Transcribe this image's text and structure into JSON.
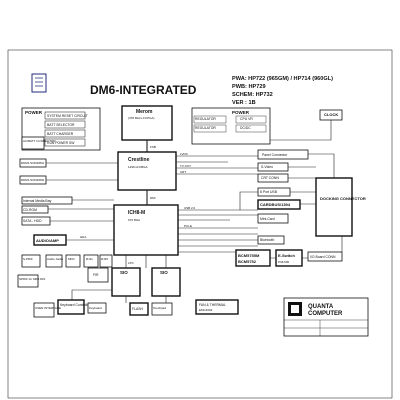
{
  "title": "DM6-INTEGRATED",
  "header": {
    "pwa": "PWA: HP722 (965GM) / HP714 (960GL)",
    "pwb": "PWB: HP729",
    "schem": "SCHEM: HP732",
    "ver": "VER : 1B"
  },
  "blocks": {
    "power_left": {
      "title": "POWER",
      "items": [
        "SYSTEM RESET CIRCUIT",
        "BATT SELECTOR",
        "BATT CHARGER",
        "RUN POWER SW"
      ]
    },
    "power_right": {
      "title": "POWER",
      "items": [
        "REGULATOR",
        "REGULATOR",
        "CPU VR",
        "DC/DC"
      ]
    },
    "merom": {
      "title": "Merom",
      "sub": "(478 Micro-FCPGA)"
    },
    "crestline": {
      "title": "Crestline",
      "sub": "1299 uFCBGA"
    },
    "ich8m": {
      "title": "ICH8-M",
      "sub": "676 BGA"
    },
    "clock": {
      "title": "CLOCK"
    },
    "docking": {
      "title": "DOCKING CONNECTOR"
    },
    "quanta": {
      "line1": "QUANTA",
      "line2": "COMPUTER"
    },
    "cardbus": "CARDBUS/1394",
    "bcm": {
      "line1": "BCM5755M",
      "line2": "BCM5752"
    },
    "eswitch": {
      "line1": "E-Switch",
      "line2": "PI3L500"
    },
    "fan": {
      "line1": "FAN & THERMAL",
      "line2": "EMC4002"
    }
  },
  "labels": {
    "ac_batt": "AC/BATT CONNECTOR",
    "ddr2_a": "DDR2-SODIMM1",
    "ddr2_b": "DDR2-SODIMM2",
    "panel_connector": "Panel Connector",
    "svideo": "S-Video",
    "crt": "CRT CONN",
    "port_usb": "8 Port USB",
    "minicard": "Mini-Card",
    "bluetooth": "Bluetooth",
    "internal_media": "Internal Media Bay",
    "cdrom": "CD-ROM",
    "sata_hdd": "SATA - HDD",
    "audio_amp": "AUDIO/AMP",
    "audio_jacks": "Audio Jacks",
    "rj11": "RJ11",
    "mdc": "MDC",
    "top_rj": "RJ45",
    "sio_left": "SIO",
    "sio_right": "SIO",
    "fir": "FIR",
    "keyboard_controller": "Keyboard Controller",
    "user_interface": "USER INTERFACE",
    "keyboard": "Keyboard",
    "flash": "FLASH",
    "touchpad": "Touchpad",
    "io_board": "I/O Board CONN",
    "spdif": "S-PDIF",
    "ec_pins": "SPDIF for MIDI DIN"
  },
  "buses": [
    "FSB",
    "LVDS",
    "TV OUT",
    "CRT",
    "DMI",
    "USB 2.0",
    "PCI-E",
    "SATA",
    "HDA",
    "LPC",
    "SPI",
    "SMBUS"
  ]
}
